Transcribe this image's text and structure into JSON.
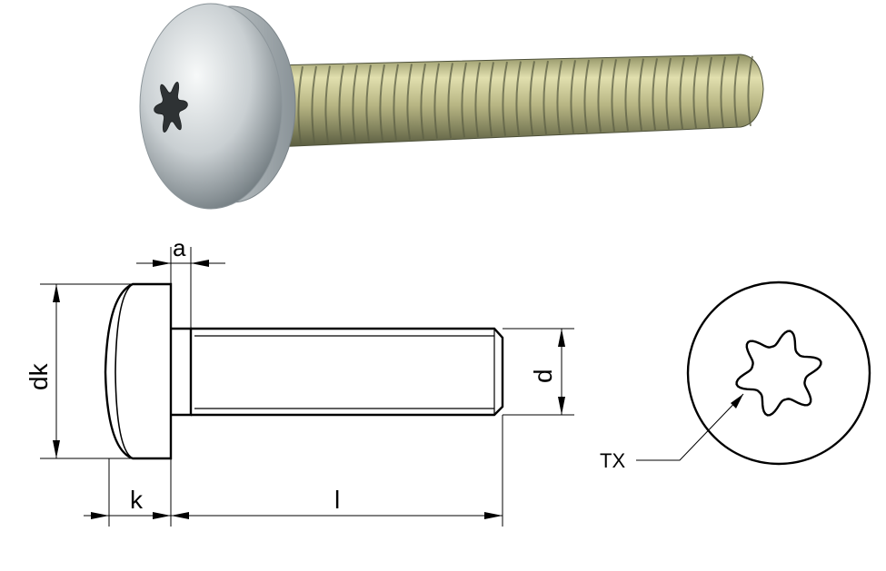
{
  "photo": {
    "subject": "screw-photo",
    "colors": {
      "head_light": "#f4f6f6",
      "head_mid": "#c9cfd2",
      "head_dark": "#7d878c",
      "thread_light": "#dcd9a4",
      "thread_mid": "#a8a774",
      "thread_dark": "#5f6347"
    }
  },
  "drawing": {
    "line_color": "#000000",
    "labels": {
      "a": "a",
      "dk": "dk",
      "d": "d",
      "k": "k",
      "l": "l",
      "tx": "TX"
    }
  }
}
